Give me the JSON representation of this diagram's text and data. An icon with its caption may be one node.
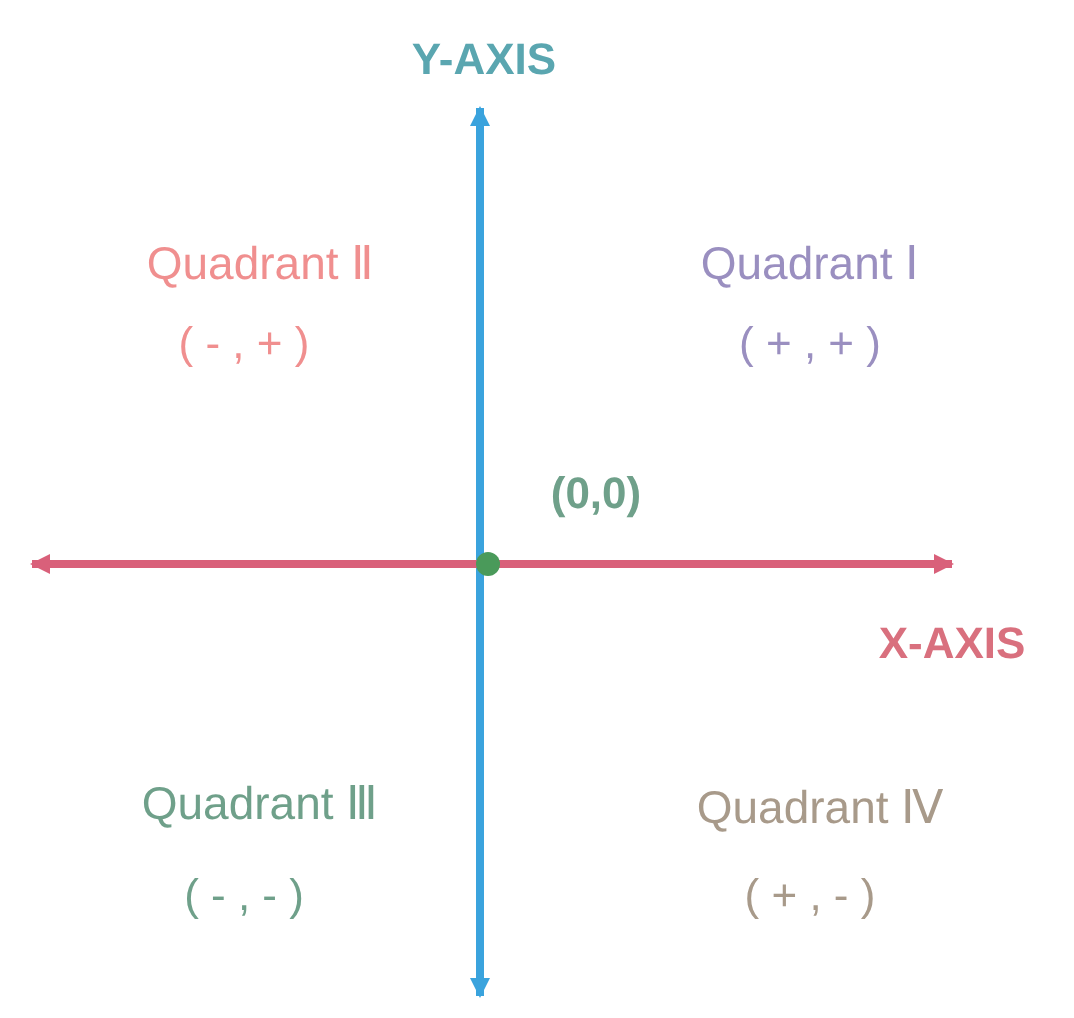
{
  "diagram": {
    "labels": [
      "Y-AXIS",
      "Quadrant Ⅱ",
      "( - , + )",
      "Quadrant Ⅰ",
      "( + , + )",
      "(0,0)",
      "X-AXIS",
      "Quadrant Ⅲ",
      "( - , - )",
      "Quadrant Ⅳ",
      "( + , - )"
    ]
  }
}
